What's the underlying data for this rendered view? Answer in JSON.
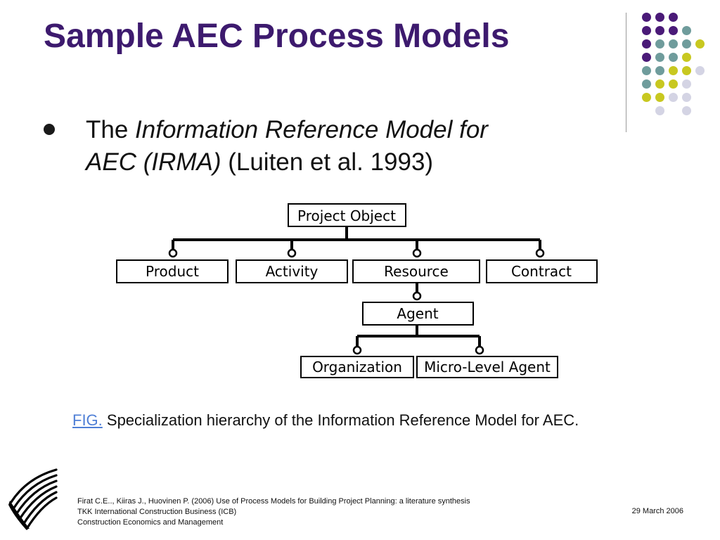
{
  "slide": {
    "title": "Sample AEC Process Models",
    "bullet": {
      "prefix": "The ",
      "italic_line1": "Information Reference Model for",
      "italic_line2": "AEC (IRMA)",
      "suffix": " (Luiten et al. 1993)"
    },
    "diagram": {
      "root": "Project Object",
      "level1": [
        "Product",
        "Activity",
        "Resource",
        "Contract"
      ],
      "level2": "Agent",
      "level3": [
        "Organization",
        "Micro-Level Agent"
      ]
    },
    "caption": {
      "link": "FIG.",
      "text": " Specialization hierarchy of the Information Reference Model for AEC."
    },
    "footer": {
      "line1": "Firat C.E.., Kiiras J., Huovinen P.  (2006) Use of Process Models for Building Project Planning: a literature synthesis",
      "line2": "TKK International Construction Business (ICB)",
      "line3": "Construction Economics and Management",
      "date": "29 March 2006"
    }
  },
  "colors": {
    "title": "#3d1a6e",
    "purple": "#4a1a78",
    "teal": "#6f9c9c",
    "yellow": "#c8c820",
    "lavender": "#d4d4e4"
  }
}
